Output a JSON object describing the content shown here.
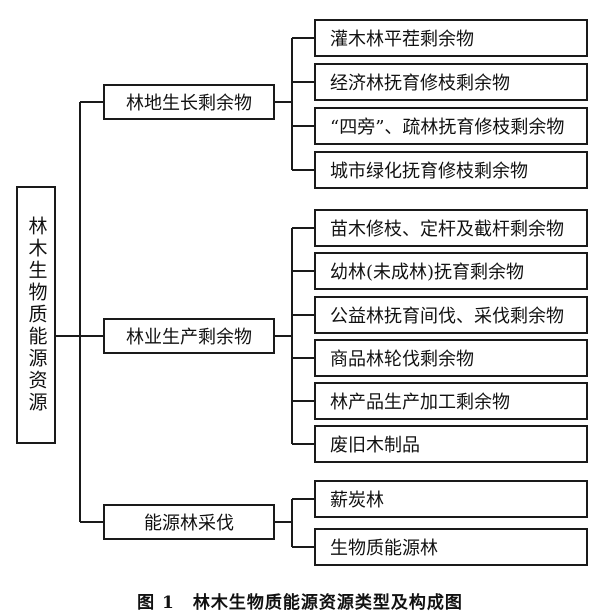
{
  "root": {
    "label": "林木生物质能源资源"
  },
  "branches": [
    {
      "label": "林地生长剩余物",
      "leaves": [
        "灌木林平茬剩余物",
        "经济林抚育修枝剩余物",
        "“四旁”、疏林抚育修枝剩余物",
        "城市绿化抚育修枝剩余物"
      ]
    },
    {
      "label": "林业生产剩余物",
      "leaves": [
        "苗木修枝、定杆及截杆剩余物",
        "幼林(未成林)抚育剩余物",
        "公益林抚育间伐、采伐剩余物",
        "商品林轮伐剩余物",
        "林产品生产加工剩余物",
        "废旧木制品"
      ]
    },
    {
      "label": "能源林采伐",
      "leaves": [
        "薪炭林",
        "生物质能源林"
      ]
    }
  ],
  "caption": {
    "figure_number": "图 1",
    "title": "林木生物质能源资源类型及构成图"
  }
}
